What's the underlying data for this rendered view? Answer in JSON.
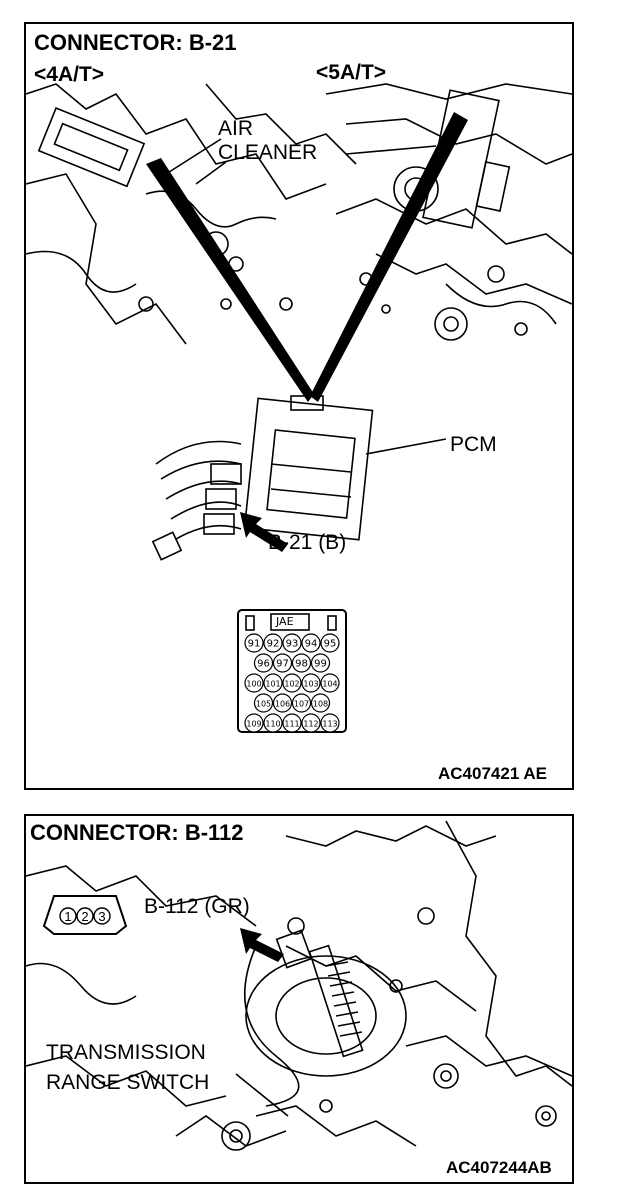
{
  "top_panel": {
    "title": "CONNECTOR: B-21",
    "variant_left": "<4A/T>",
    "variant_right": "<5A/T>",
    "air_cleaner_line1": "AIR",
    "air_cleaner_line2": "CLEANER",
    "pcm_label": "PCM",
    "connector_label": "B-21 (B)",
    "connector_type": "JAE",
    "pin_rows": [
      [
        "91",
        "92",
        "93",
        "94",
        "95"
      ],
      [
        "96",
        "97",
        "98",
        "99"
      ],
      [
        "100",
        "101",
        "102",
        "103",
        "104"
      ],
      [
        "105",
        "106",
        "107",
        "108"
      ],
      [
        "109",
        "110",
        "111",
        "112",
        "113"
      ]
    ],
    "figure_code": "AC407421 AE"
  },
  "bottom_panel": {
    "title": "CONNECTOR: B-112",
    "connector_label": "B-112 (GR)",
    "pins": [
      "1",
      "2",
      "3"
    ],
    "switch_line1": "TRANSMISSION",
    "switch_line2": "RANGE SWITCH",
    "figure_code": "AC407244AB"
  }
}
